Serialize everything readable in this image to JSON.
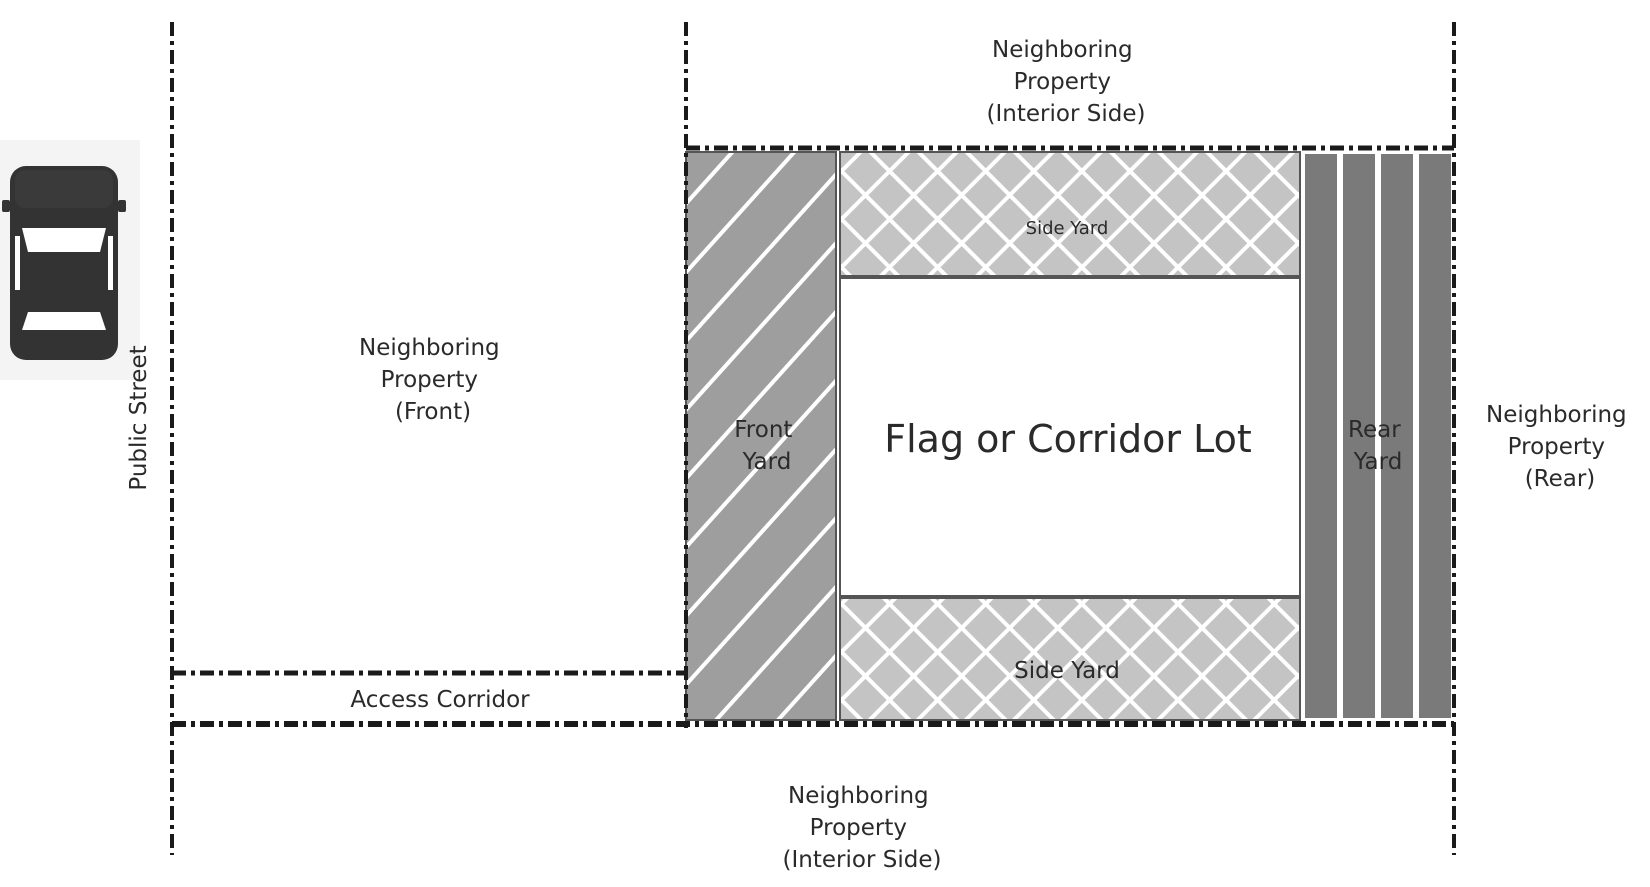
{
  "labels": {
    "neighbor_top": [
      "Neighboring",
      "Property",
      "(Interior Side)"
    ],
    "neighbor_front": [
      "Neighboring",
      "Property",
      "(Front)"
    ],
    "neighbor_rear": [
      "Neighboring",
      "Property",
      "(Rear)"
    ],
    "neighbor_bottom": [
      "Neighboring",
      "Property",
      "(Interior Side)"
    ],
    "public_street": "Public Street",
    "access_corridor": "Access Corridor",
    "front_yard": [
      "Front",
      "Yard"
    ],
    "lot_title": "Flag or Corridor Lot",
    "rear_yard": [
      "Rear",
      "Yard"
    ],
    "side_yard_top": "Side Yard",
    "side_yard_bottom": "Side Yard"
  },
  "icons": {
    "vehicle": "car-icon"
  },
  "colors": {
    "front_yard_fill": "#9e9e9e",
    "side_yard_fill": "#c4c4c4",
    "rear_yard_fill": "#7a7a7a",
    "boundary_line": "#1a1a1a",
    "car_body": "#333333"
  }
}
